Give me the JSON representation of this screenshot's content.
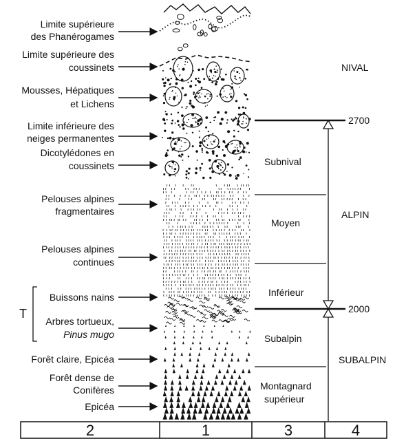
{
  "labels": [
    {
      "id": "phanerogames",
      "lines": [
        "Limite supérieure",
        "des Phanérogames"
      ]
    },
    {
      "id": "coussinets-limit",
      "lines": [
        "Limite supérieure des",
        "coussinets"
      ]
    },
    {
      "id": "mousses",
      "lines": [
        "Mousses, Hépatiques",
        "et Lichens"
      ]
    },
    {
      "id": "neiges",
      "lines": [
        "Limite inférieure des",
        "neiges permanentes"
      ]
    },
    {
      "id": "dicotyledones",
      "lines": [
        "Dicotylédones en",
        "coussinets"
      ]
    },
    {
      "id": "pelouses-frag",
      "lines": [
        "Pelouses alpines",
        "fragmentaires"
      ]
    },
    {
      "id": "pelouses-cont",
      "lines": [
        "Pelouses alpines",
        "continues"
      ]
    },
    {
      "id": "buissons",
      "lines": [
        "Buissons nains"
      ]
    },
    {
      "id": "arbres",
      "lines": [
        "Arbres tortueux,",
        "Pinus mugo"
      ]
    },
    {
      "id": "foret-claire",
      "lines": [
        "Forêt claire, Epicéa"
      ]
    },
    {
      "id": "foret-dense",
      "lines": [
        "Forêt dense de",
        "Conifères"
      ]
    },
    {
      "id": "epicea",
      "lines": [
        "Epicéa"
      ]
    }
  ],
  "bracket_label": "T",
  "subzones": [
    "Subnival",
    "Moyen",
    "Inférieur",
    "Subalpin",
    "Montagnard",
    "supérieur"
  ],
  "belts": [
    "NIVAL",
    "ALPIN",
    "SUBALPIN"
  ],
  "altitudes": [
    "2700",
    "2000"
  ],
  "columns": [
    "2",
    "1",
    "3",
    "4"
  ]
}
